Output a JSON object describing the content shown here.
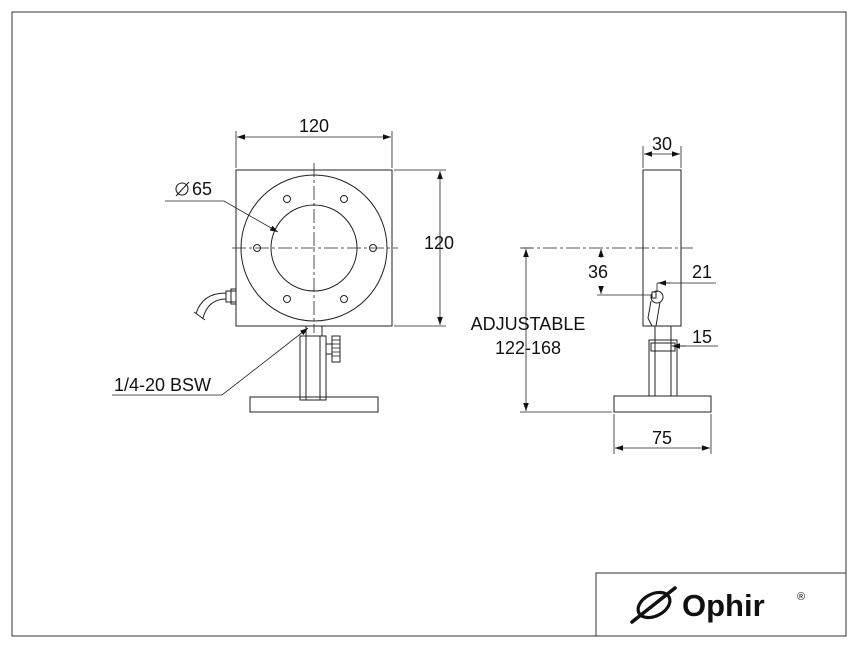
{
  "drawing": {
    "front_view": {
      "width_label": "120",
      "height_label": "120",
      "aperture_label": "65",
      "thread_label": "1/4-20 BSW"
    },
    "side_view": {
      "thickness_label": "30",
      "aperture_offset_label": "36",
      "clamp_offset_label": "21",
      "post_label": "15",
      "base_label": "75",
      "adjustable_label": "ADJUSTABLE",
      "range_label": "122-168"
    }
  },
  "title_block": {
    "brand": "Ophir",
    "registered_mark": "®"
  }
}
